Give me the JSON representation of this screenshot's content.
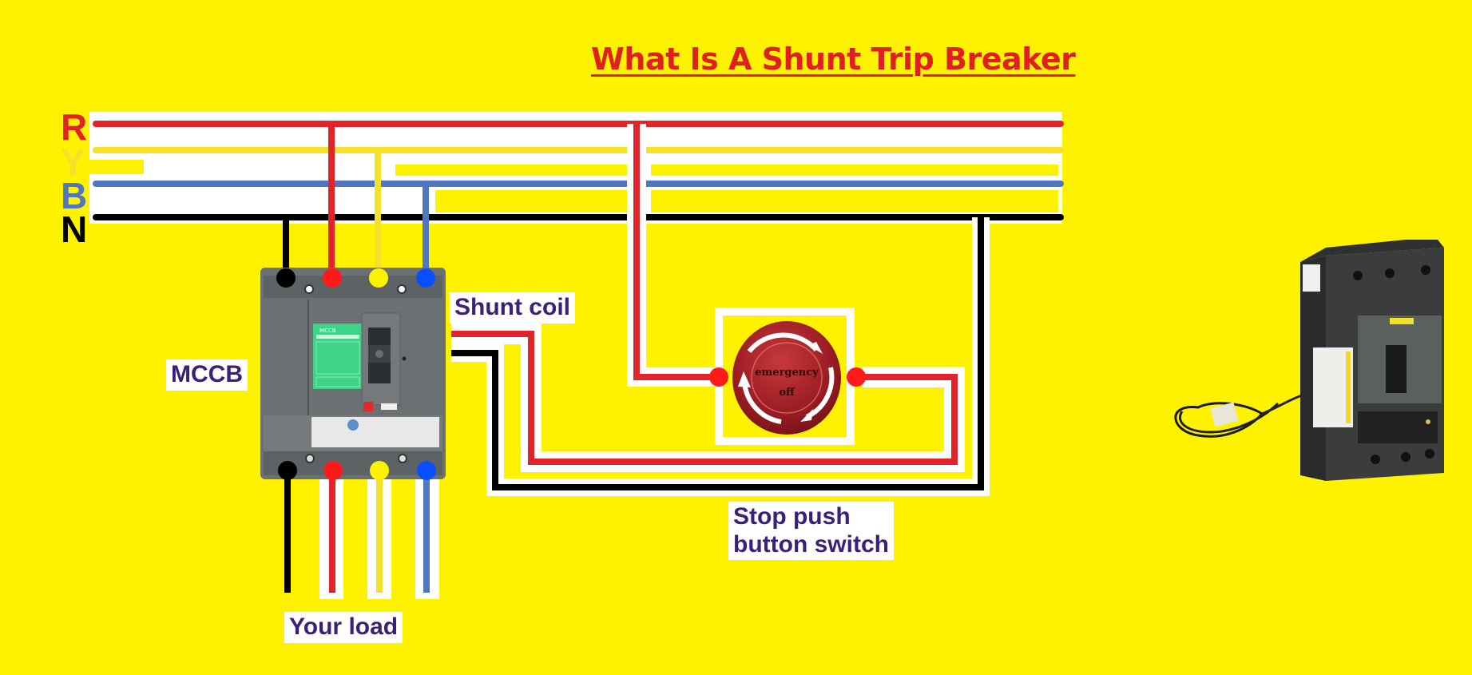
{
  "title": "What Is A Shunt Trip Breaker",
  "phases": [
    {
      "label": "R",
      "color": "#e3232a"
    },
    {
      "label": "Y",
      "color": "#f5e02a"
    },
    {
      "label": "B",
      "color": "#5077c0"
    },
    {
      "label": "N",
      "color": "#000000"
    }
  ],
  "labels": {
    "mccb": "MCCB",
    "shunt_coil": "Shunt coil",
    "stop_switch_line1": "Stop push",
    "stop_switch_line2": "button switch",
    "load": "Your load"
  },
  "mccb_device": {
    "nameplate": "MCCB"
  },
  "emergency_button": {
    "line1": "emergency",
    "line2": "off"
  },
  "colors": {
    "background": "#fff200",
    "red": "#e3232a",
    "yellow": "#f5e02a",
    "blue": "#5077c0",
    "neutral": "#000000",
    "label_text": "#3a2078",
    "title": "#e0201e"
  }
}
